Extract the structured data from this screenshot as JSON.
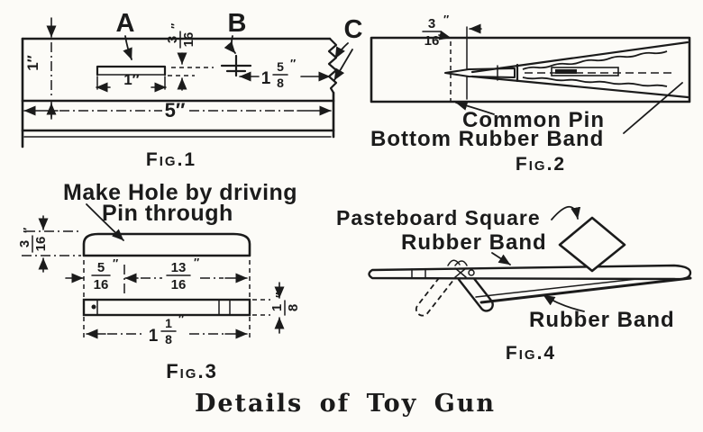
{
  "page": {
    "title": "Details of Toy Gun",
    "ink_color": "#1b1b1b",
    "paper_color": "#fcfbf7"
  },
  "fig1": {
    "caption": "Fig.1",
    "label_a": "A",
    "label_b": "B",
    "label_c": "C",
    "dim_height": "1″",
    "dim_block_width": "1″",
    "dim_length": "5″",
    "dim_notch": {
      "num": "3",
      "den": "16",
      "unit": "″"
    },
    "dim_hole": {
      "whole": "1",
      "num": "5",
      "den": "8",
      "unit": "″"
    }
  },
  "fig2": {
    "caption": "Fig.2",
    "dim_end": {
      "num": "3",
      "den": "16",
      "unit": "″"
    },
    "label_pin": "Common Pin",
    "label_band": "Bottom Rubber Band"
  },
  "fig3": {
    "caption": "Fig.3",
    "note_line1": "Make Hole by driving",
    "note_line2": "Pin through",
    "dim_height": {
      "num": "3",
      "den": "16",
      "unit": "″"
    },
    "dim_hole_offset": {
      "num": "5",
      "den": "16",
      "unit": "″"
    },
    "dim_hole_span": {
      "num": "13",
      "den": "16",
      "unit": "″"
    },
    "dim_thickness": {
      "num": "1",
      "den": "8",
      "unit": "″"
    },
    "dim_length": {
      "whole": "1",
      "num": "1",
      "den": "8",
      "unit": "″"
    }
  },
  "fig4": {
    "caption": "Fig.4",
    "label_square": "Pasteboard Square",
    "label_band_top": "Rubber Band",
    "label_band_bottom": "Rubber Band"
  }
}
